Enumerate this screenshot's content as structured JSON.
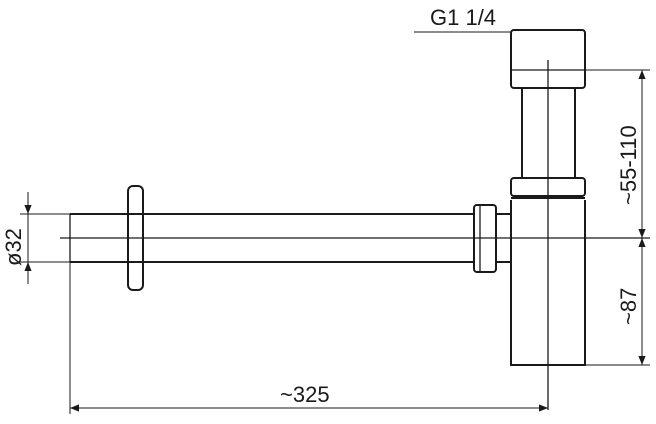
{
  "dimensions": {
    "thread": "G1 1/4",
    "height_adjust": "~55-110",
    "diameter": "ø32",
    "bottom_height": "~87",
    "length": "~325"
  }
}
